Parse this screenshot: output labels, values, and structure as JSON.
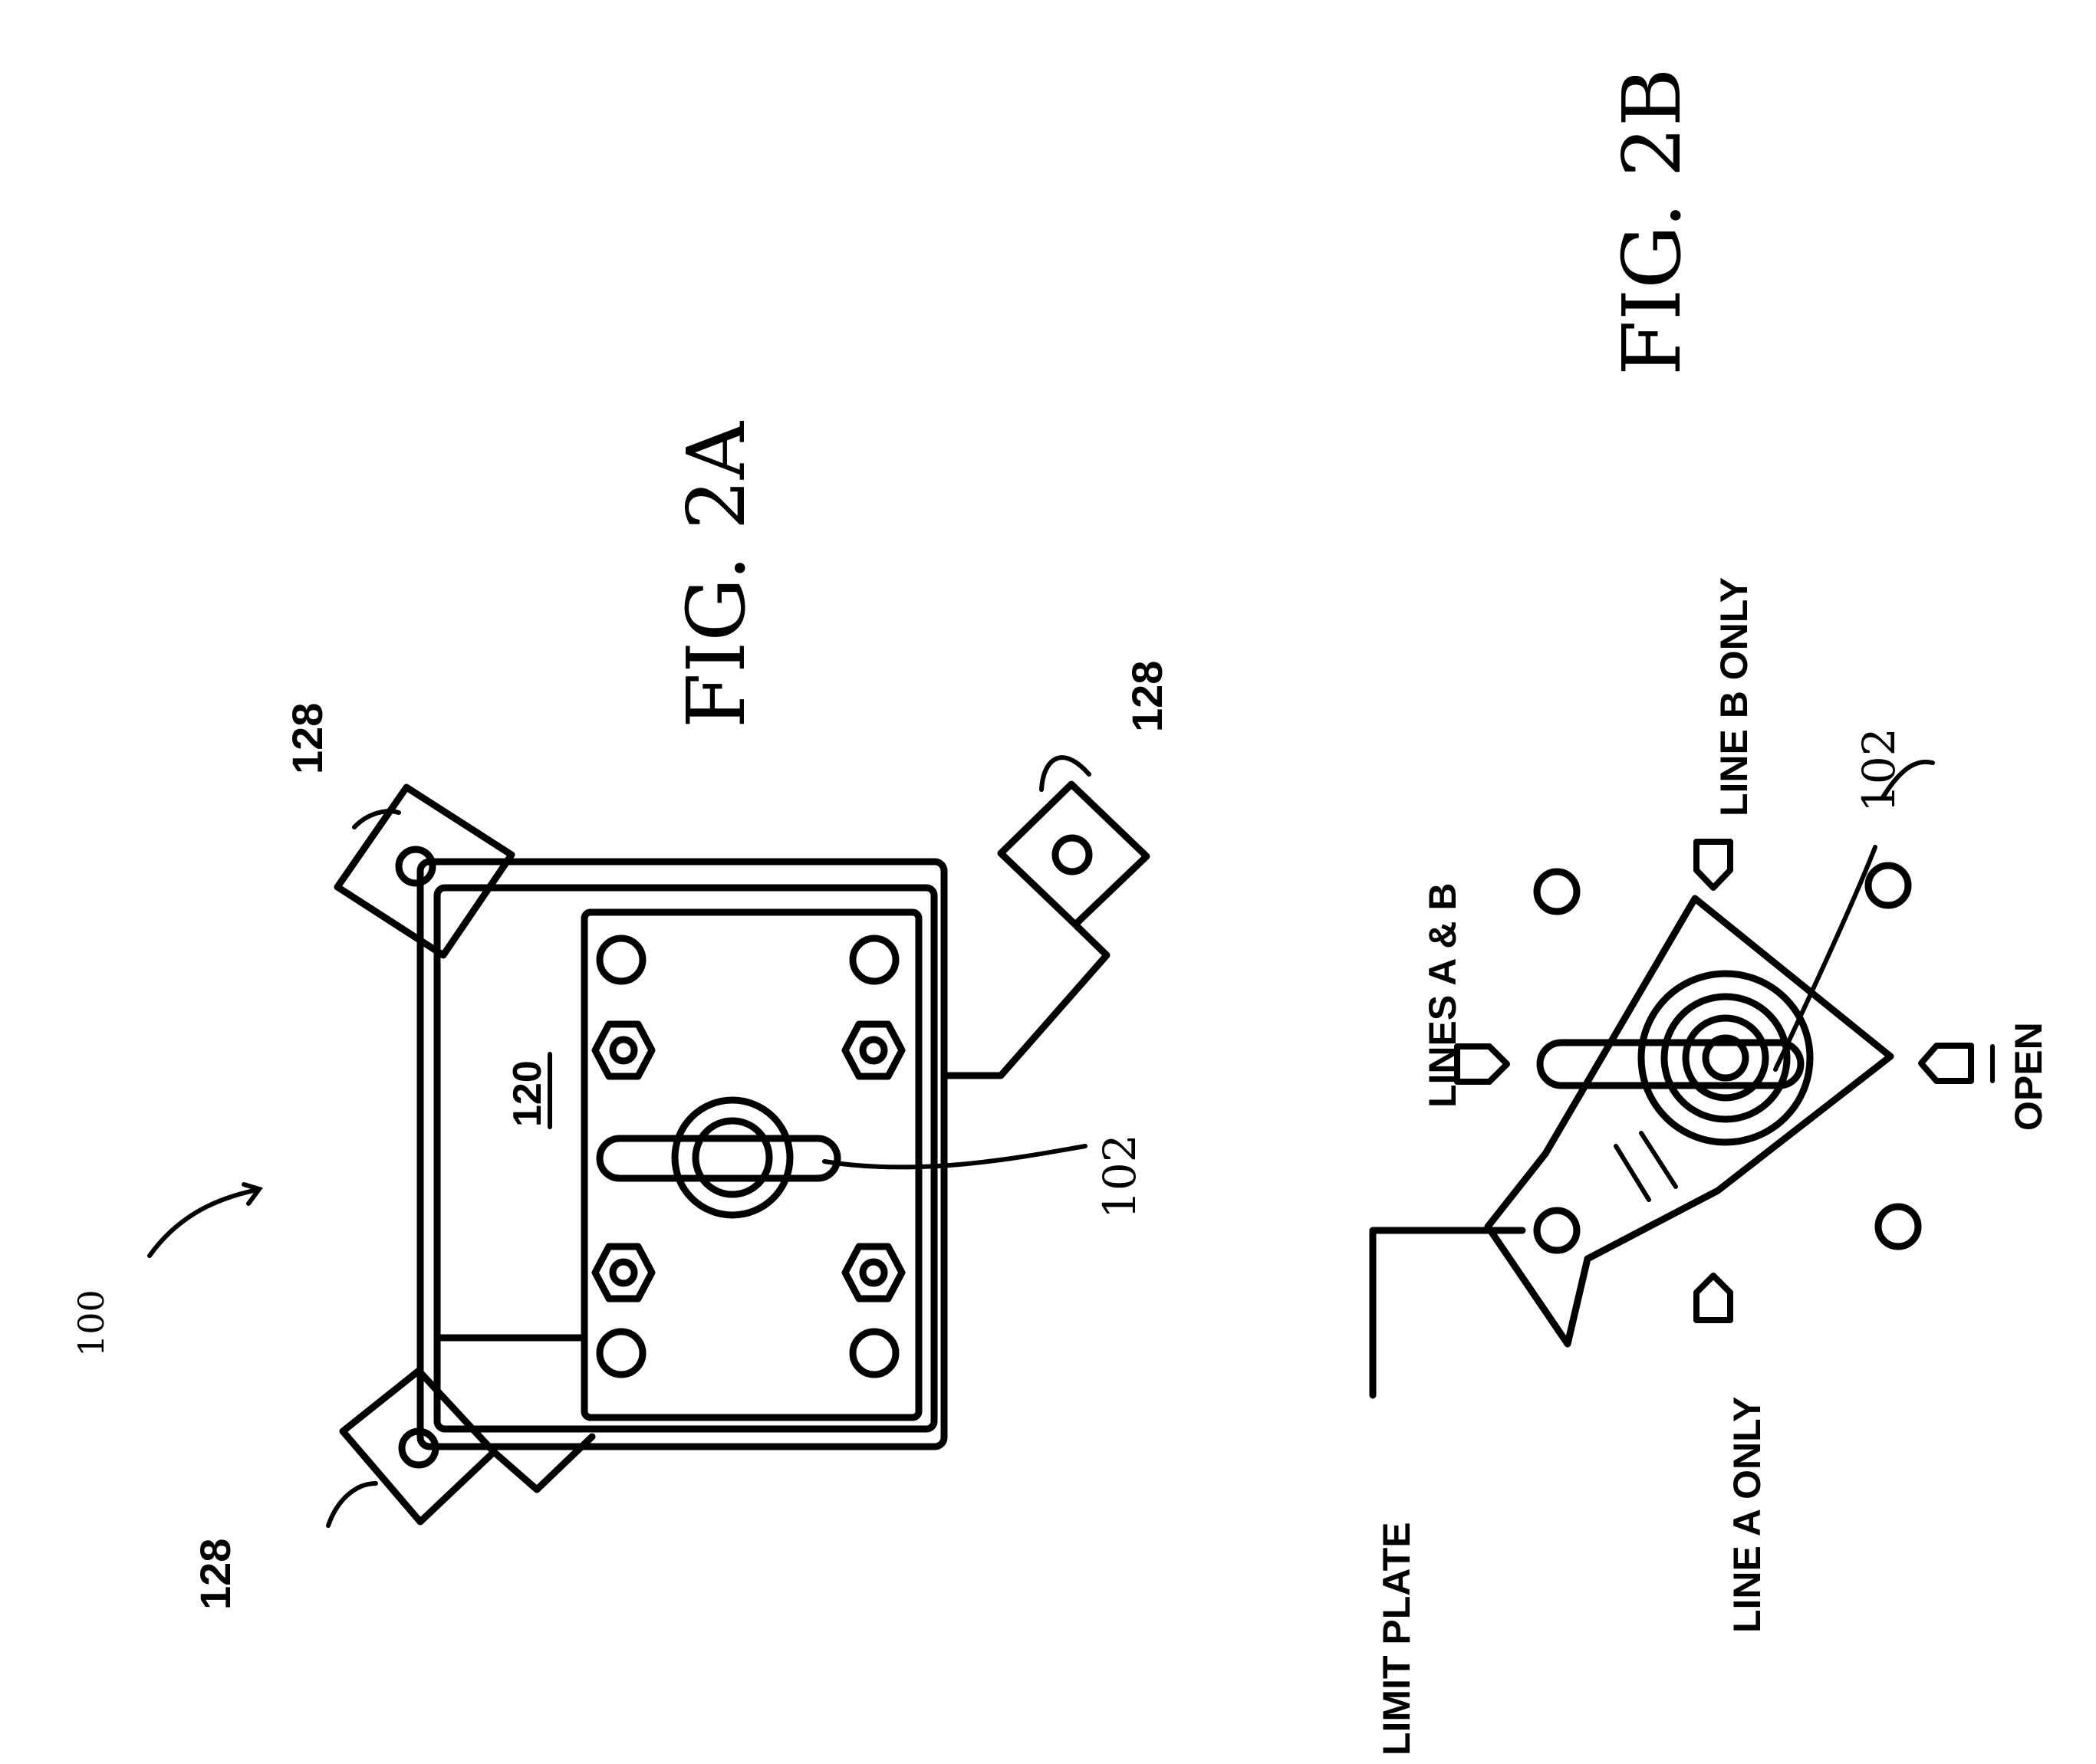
{
  "figures": {
    "fig_2a": {
      "title": "FIG. 2A",
      "refs": {
        "assembly": "100",
        "plate": "120",
        "handle": "102",
        "bracket_top_left": "128",
        "bracket_top_right": "128",
        "bracket_bottom_left": "128"
      }
    },
    "fig_2b": {
      "title": "FIG. 2B",
      "refs": {
        "handle": "102"
      },
      "labels": {
        "limit_plate": "LIMIT PLATE",
        "lines_a_b": "LINES A & B",
        "line_b_only": "LINE B ONLY",
        "line_a_only": "LINE A ONLY",
        "open": "OPEN"
      }
    }
  },
  "colors": {
    "ink": "#000000",
    "paper": "#ffffff"
  }
}
